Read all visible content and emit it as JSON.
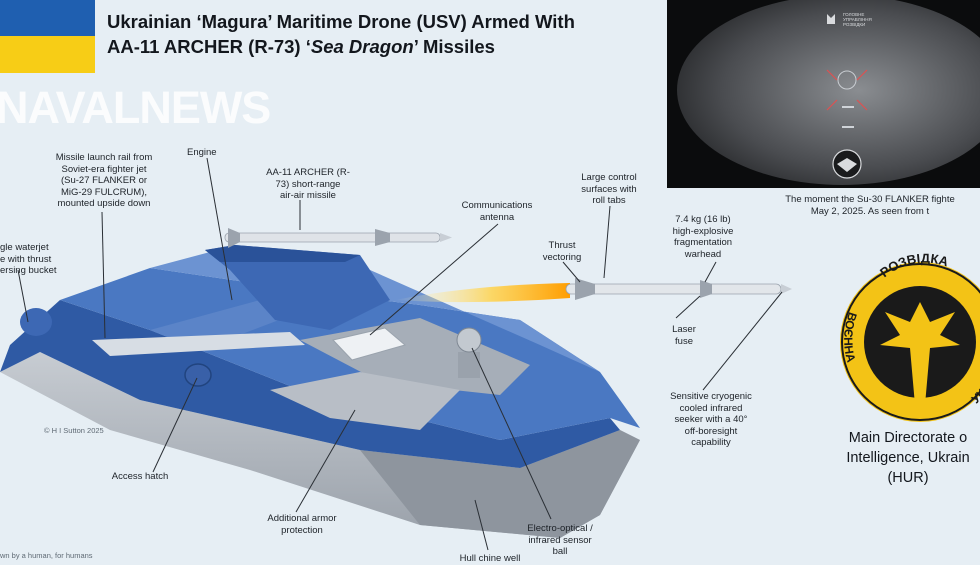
{
  "title": {
    "line1": "Ukrainian ‘Magura’ Maritime Drone (USV) Armed With",
    "line2_a": "AA-11 ARCHER (R-73) ‘",
    "line2_b": "Sea Dragon",
    "line2_c": "’ Missiles"
  },
  "watermark": {
    "text": "NAVALNEWS"
  },
  "labels": {
    "engine": "Engine",
    "launch_rail": "Missile launch rail from\nSoviet-era fighter jet\n(Su-27 FLANKER or\nMiG-29 FULCRUM),\nmounted upside down",
    "waterjet": "gle waterjet\ne with thrust\nersing bucket",
    "archer": "AA-11 ARCHER (R-\n73) short-range\nair-air missile",
    "comms": "Communications\nantenna",
    "thrust": "Thrust\nvectoring",
    "control": "Large control\nsurfaces with\nroll tabs",
    "warhead": "7.4 kg (16 lb)\nhigh-explosive\nfragmentation\nwarhead",
    "laser": "Laser\nfuse",
    "seeker": "Sensitive cryogenic\ncooled infrared\nseeker with a 40°\noff-boresight\ncapability",
    "access": "Access hatch",
    "armor": "Additional armor\nprotection",
    "eo": "Electro-optical /\ninfrared sensor\nball",
    "hull": "Hull chine well"
  },
  "credit": "© H I Sutton 2025",
  "footer": "wn by a human, for humans",
  "video": {
    "overlay_text": "ГОЛОВНЕ\nУПРАВЛІННЯ\nРОЗВІДКИ"
  },
  "caption": {
    "line1": "The moment the Su-30 FLANKER fighte",
    "line2": "May 2, 2025. As seen from t"
  },
  "emblem": {
    "top_text": "РОЗВІДКА",
    "left_text": "ВОЄННА",
    "right_text": "УКРАЇНИ"
  },
  "hur_caption": "Main Directorate o\nIntelligence, Ukrain\n(HUR)",
  "colors": {
    "flag_blue": "#1f5fb0",
    "flag_yellow": "#f7cd16",
    "hull_blue": "#3f6db8",
    "hull_grey": "#b4bac2",
    "emblem_gold": "#f3c316",
    "background": "#e6eef4"
  }
}
